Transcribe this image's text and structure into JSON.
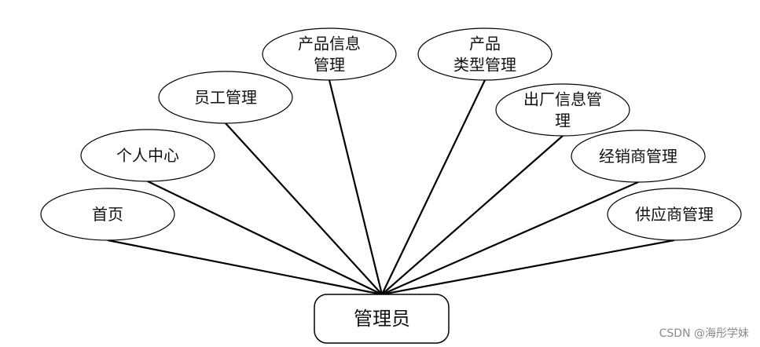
{
  "root": {
    "label": "管理员"
  },
  "nodes": [
    {
      "id": "home",
      "lines": [
        "首页"
      ]
    },
    {
      "id": "personal-center",
      "lines": [
        "个人中心"
      ]
    },
    {
      "id": "employee-management",
      "lines": [
        "员工管理"
      ]
    },
    {
      "id": "product-info-management",
      "lines": [
        "产品信息",
        "管理"
      ]
    },
    {
      "id": "product-type-management",
      "lines": [
        "产品",
        "类型管理"
      ]
    },
    {
      "id": "factory-info-management",
      "lines": [
        "出厂信息管",
        "理"
      ]
    },
    {
      "id": "dealer-management",
      "lines": [
        "经销商管理"
      ]
    },
    {
      "id": "supplier-management",
      "lines": [
        "供应商管理"
      ]
    }
  ],
  "watermark": "CSDN @海彤学妹",
  "colors": {
    "stroke": "#000000",
    "text": "#111111",
    "background": "#ffffff",
    "watermark": "#8a8a8a"
  }
}
